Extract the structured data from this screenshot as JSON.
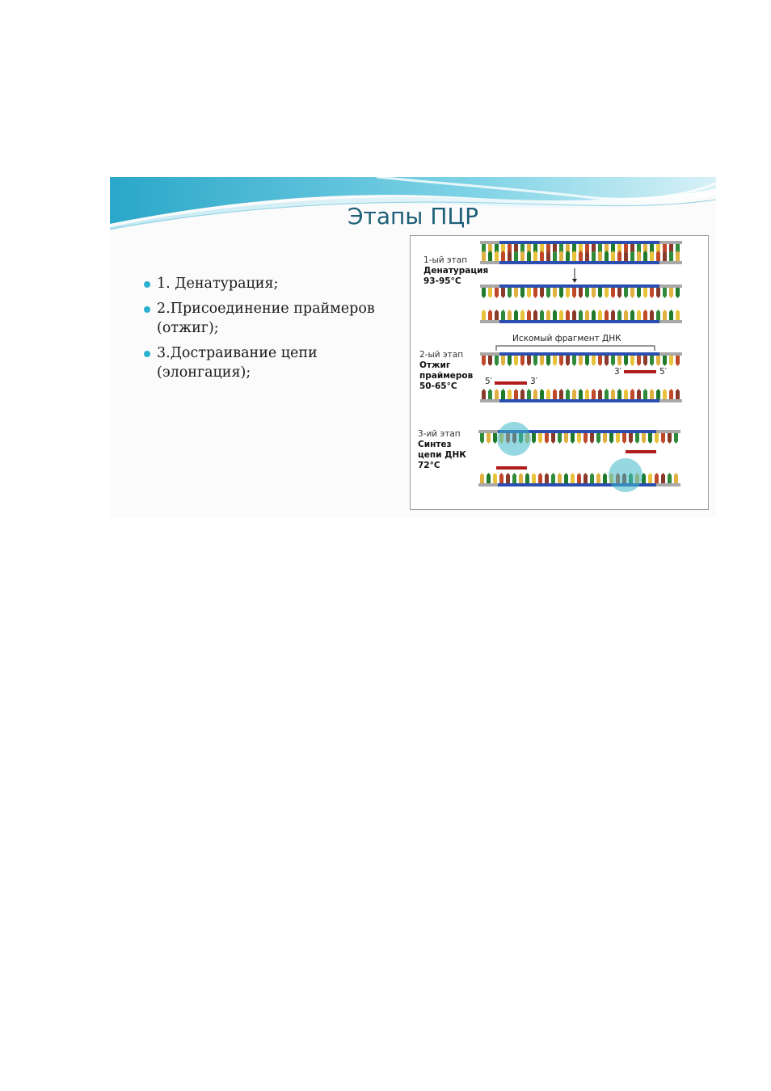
{
  "slide": {
    "title": "Этапы ПЦР",
    "bullets": [
      "1. Денатурация;",
      "2.Присоединение праймеров (отжиг);",
      "3.Достраивание цепи (элонгация);"
    ],
    "colors": {
      "accent": "#2ab0d0",
      "title": "#1e5f78"
    }
  },
  "figure": {
    "stages": [
      {
        "num": "1-ый этап",
        "name": "Денатурация",
        "temp": "93-95°C"
      },
      {
        "num": "2-ый этап",
        "name": "Отжиг праймеров",
        "temp": "50-65°C"
      },
      {
        "num": "3-ий этап",
        "name": "Синтез цепи ДНК",
        "temp": "72°C"
      }
    ],
    "target_fragment_label": "Искомый фрагмент ДНК",
    "end_labels": {
      "five_prime": "5′",
      "three_prime": "3′"
    },
    "colors": {
      "backbone": "#2b4fb0",
      "primer": "#b01c1c",
      "polymerase": "#3fb8c8"
    }
  }
}
